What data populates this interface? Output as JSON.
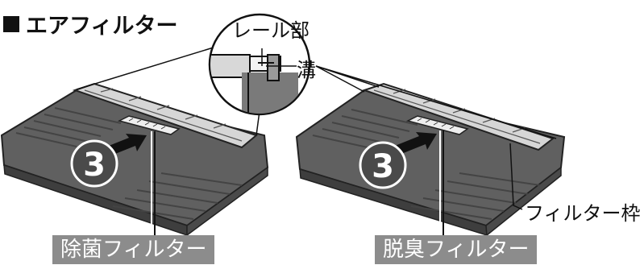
{
  "title": "エアフィルター",
  "callouts": {
    "rail": "レール部",
    "groove": "溝",
    "frame": "フィルター枠"
  },
  "filters": [
    {
      "label": "除菌フィルター",
      "step": "3"
    },
    {
      "label": "脱臭フィルター",
      "step": "3"
    }
  ],
  "colors": {
    "body": "#5f5f5f",
    "body_dark": "#3f3f3f",
    "frame": "#d8d8d8",
    "tag_bg": "#8c8c8c"
  }
}
